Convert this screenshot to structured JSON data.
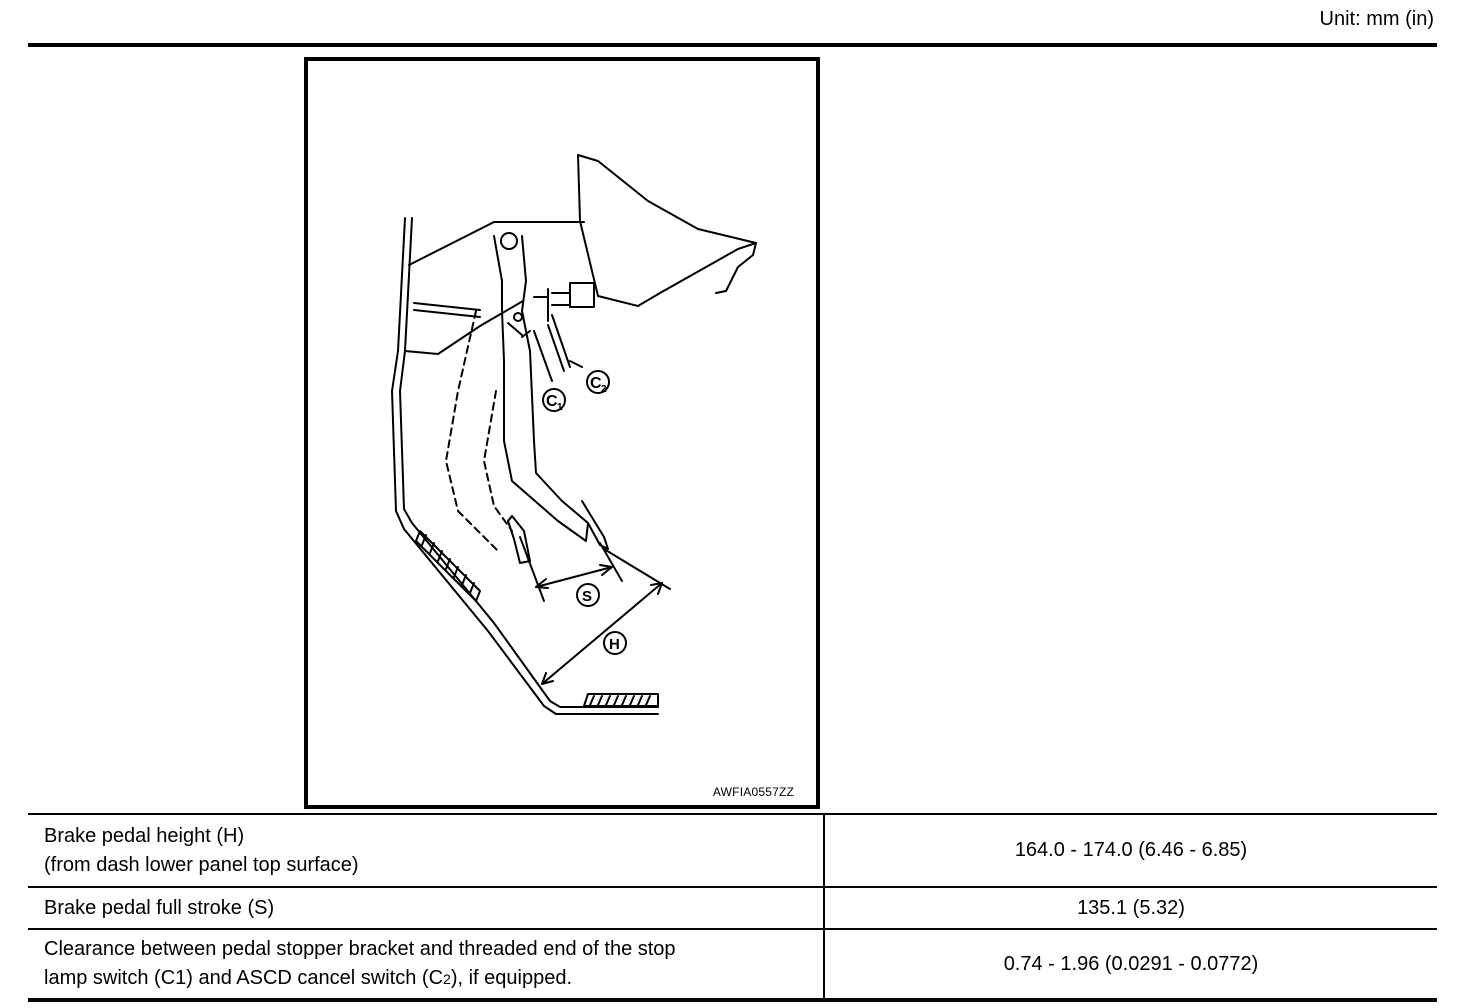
{
  "header": {
    "unit": "Unit: mm (in)"
  },
  "figure": {
    "code": "AWFIA0557ZZ",
    "callouts": {
      "c1": "C",
      "c1_sub": "1",
      "c2": "C",
      "c2_sub": "2",
      "s": "S",
      "h": "H"
    }
  },
  "specs": [
    {
      "label_line1": "Brake pedal height (H)",
      "label_line2": "(from dash lower panel top surface)",
      "value": "164.0 - 174.0 (6.46 - 6.85)"
    },
    {
      "label_line1": "Brake pedal full stroke (S)",
      "value": "135.1 (5.32)"
    },
    {
      "label_line1": "Clearance between pedal stopper bracket and threaded end of the stop",
      "label_line2_pre": "lamp switch (C1) and ASCD cancel switch (C",
      "label_line2_sub": "2",
      "label_line2_post": "), if equipped.",
      "value": "0.74 - 1.96 (0.0291  -  0.0772)"
    }
  ]
}
